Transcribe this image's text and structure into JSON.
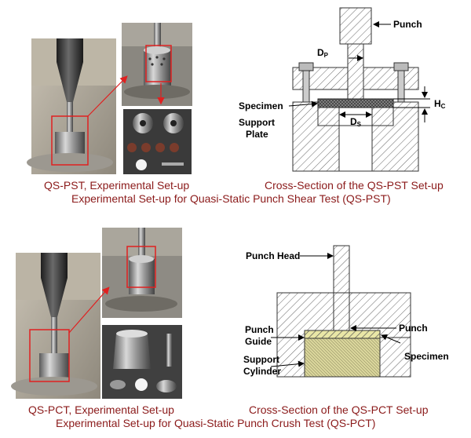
{
  "section_pst": {
    "photo_caption": "QS-PST, Experimental Set-up",
    "diagram_caption": "Cross-Section of the QS-PST Set-up",
    "title": "Experimental Set-up for Quasi-Static Punch Shear Test (QS-PST)",
    "labels": {
      "punch": "Punch",
      "dp": "D",
      "dp_sub": "P",
      "specimen": "Specimen",
      "support_plate_1": "Support",
      "support_plate_2": "Plate",
      "hc": "H",
      "hc_sub": "C",
      "ds": "D",
      "ds_sub": "S"
    }
  },
  "section_pct": {
    "photo_caption": "QS-PCT, Experimental Set-up",
    "diagram_caption": "Cross-Section of the QS-PCT Set-up",
    "title": "Experimental Set-up for Quasi-Static Punch Crush Test (QS-PCT)",
    "labels": {
      "punch_head": "Punch Head",
      "punch": "Punch",
      "punch_guide_1": "Punch",
      "punch_guide_2": "Guide",
      "specimen": "Specimen",
      "support_cylinder_1": "Support",
      "support_cylinder_2": "Cylinder"
    }
  },
  "colors": {
    "caption": "#8b1a1a",
    "highlight_box": "#e02020",
    "specimen_fill": "#e9e6a6",
    "support_cylinder_fill": "#d8d49a"
  }
}
